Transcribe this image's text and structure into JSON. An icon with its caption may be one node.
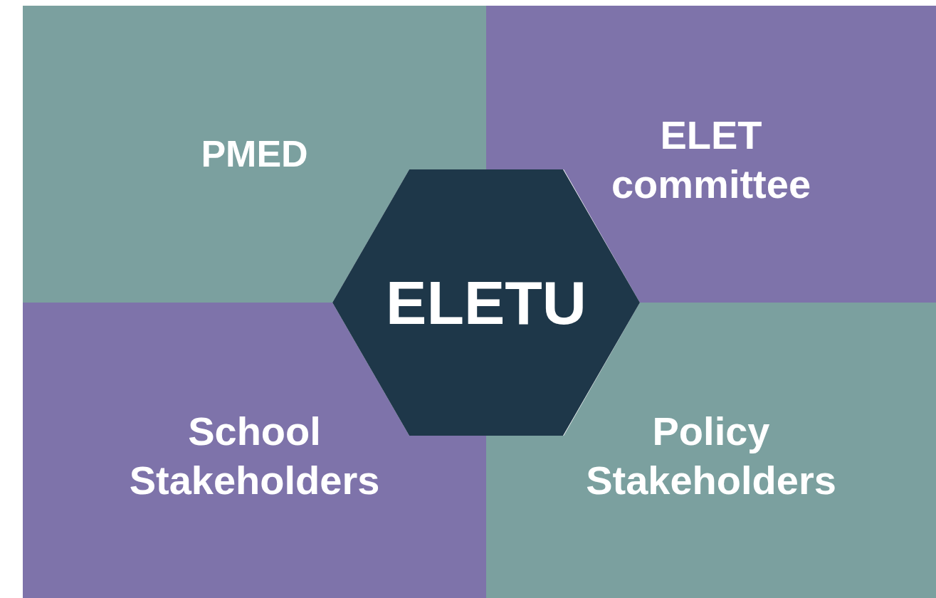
{
  "diagram": {
    "nodes": [
      {
        "text": [
          "PMED"
        ]
      },
      {
        "text": [
          "ELET committee"
        ]
      },
      {
        "text": [
          "ELETU"
        ]
      },
      {
        "text": [
          "School Stakeholders"
        ]
      },
      {
        "text": [
          "Policy Stakeholders"
        ]
      }
    ]
  }
}
